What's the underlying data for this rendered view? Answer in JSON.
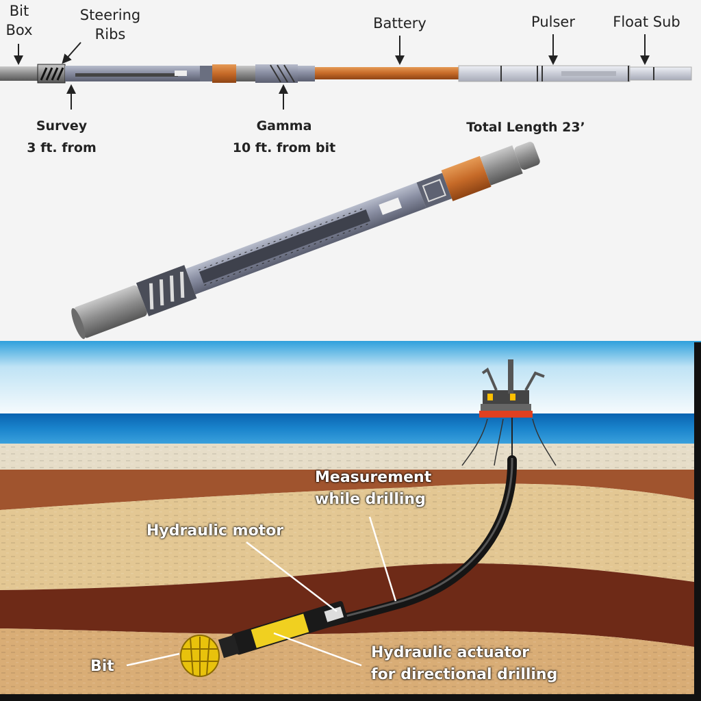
{
  "tool_labels": {
    "bit_box": [
      "Bit",
      "Box"
    ],
    "steering_ribs": [
      "Steering",
      "Ribs"
    ],
    "battery": "Battery",
    "pulser": "Pulser",
    "float_sub": "Float Sub",
    "survey": [
      "Survey",
      "3 ft. from"
    ],
    "gamma": [
      "Gamma",
      "10 ft. from bit"
    ],
    "total_length": "Total Length 23’"
  },
  "scene_labels": {
    "mwd": [
      "Measurement",
      "while drilling"
    ],
    "hydraulic_motor": "Hydraulic motor",
    "actuator": [
      "Hydraulic actuator",
      "for directional drilling"
    ],
    "bit": "Bit"
  },
  "colors": {
    "tool_body": "#8a8fa3",
    "copper": "#c66a28",
    "sea": "#1a84cc",
    "sky": "#cfe9f6",
    "sand_light": "#e3c793",
    "rock_dark": "#6e2a17",
    "actuator_yellow": "#f0d020"
  }
}
